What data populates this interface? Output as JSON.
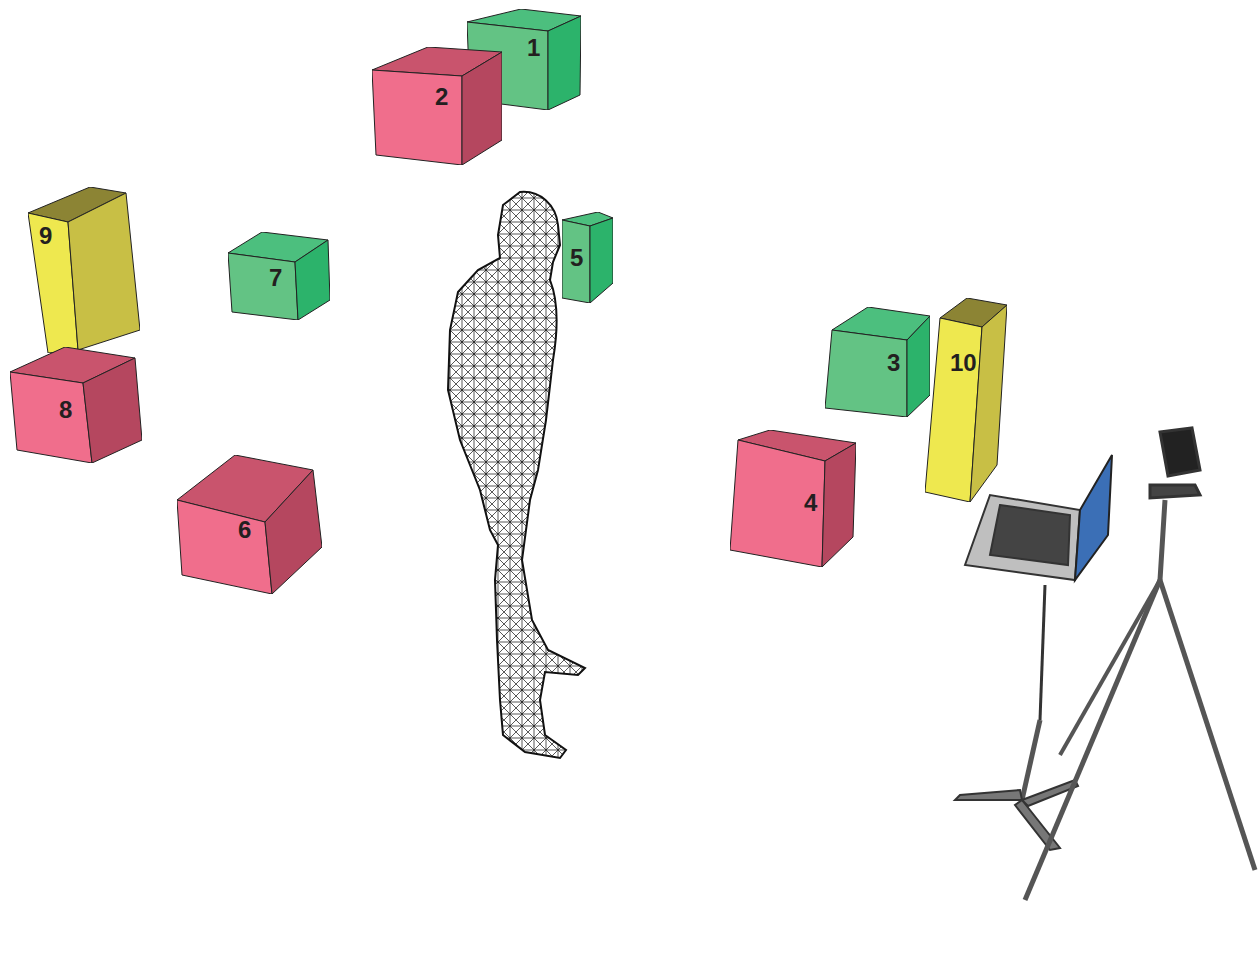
{
  "diagram": {
    "nodes": [
      {
        "text": [
          "1"
        ]
      },
      {
        "text": [
          "2"
        ]
      },
      {
        "text": [
          "9"
        ]
      },
      {
        "text": [
          "5"
        ]
      },
      {
        "text": [
          "7"
        ]
      },
      {
        "text": [
          "3"
        ]
      },
      {
        "text": [
          "10"
        ]
      },
      {
        "text": [
          "8"
        ]
      },
      {
        "text": [
          "4"
        ]
      },
      {
        "text": [
          "6"
        ]
      }
    ]
  }
}
